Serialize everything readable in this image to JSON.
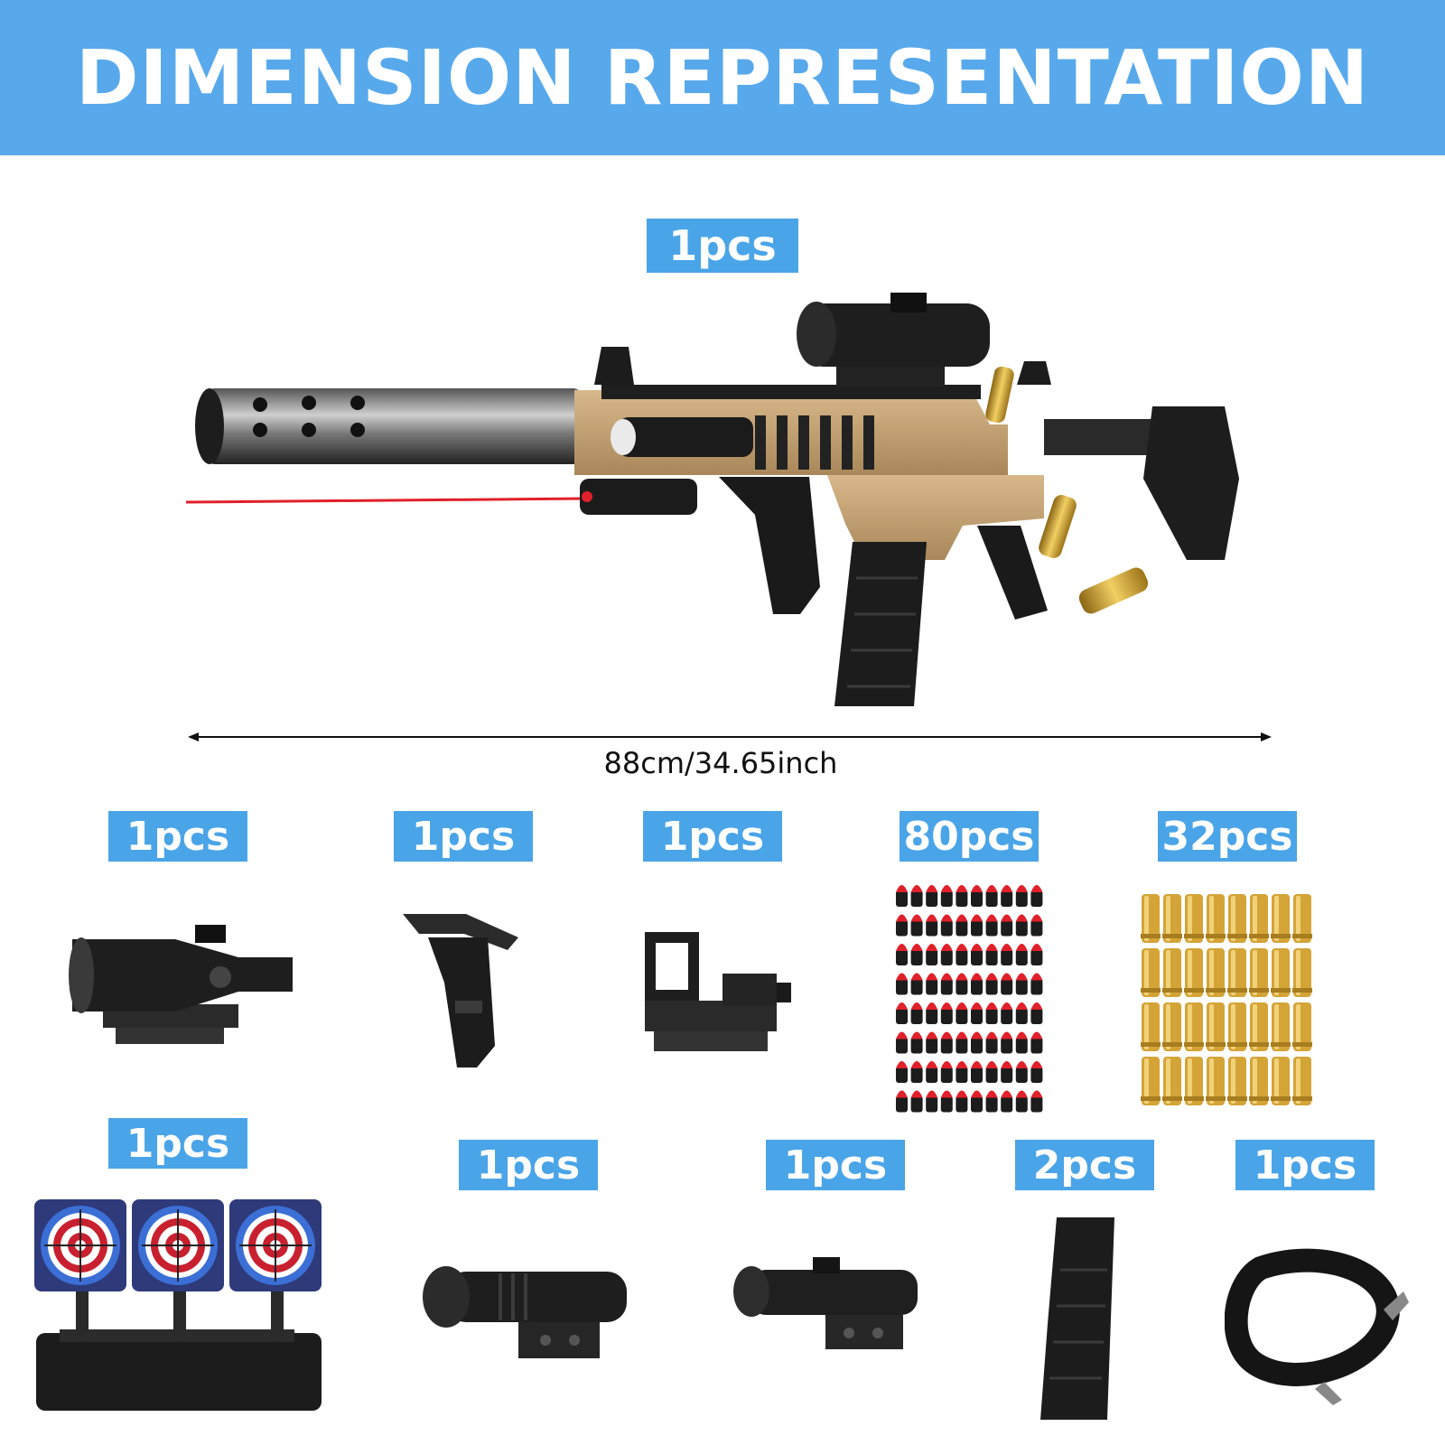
{
  "header": {
    "title": "DIMENSION REPRESENTATION"
  },
  "main_item": {
    "quantity": "1pcs",
    "dimension": "88cm/34.65inch"
  },
  "accessories": [
    {
      "quantity": "1pcs",
      "icon": "scope-icon"
    },
    {
      "quantity": "1pcs",
      "icon": "foregrip-icon"
    },
    {
      "quantity": "1pcs",
      "icon": "red-dot-sight-icon"
    },
    {
      "quantity": "80pcs",
      "icon": "foam-darts-icon"
    },
    {
      "quantity": "32pcs",
      "icon": "shell-casings-icon"
    },
    {
      "quantity": "1pcs",
      "icon": "target-icon"
    },
    {
      "quantity": "1pcs",
      "icon": "flashlight-icon"
    },
    {
      "quantity": "1pcs",
      "icon": "laser-icon"
    },
    {
      "quantity": "2pcs",
      "icon": "magazine-icon"
    },
    {
      "quantity": "1pcs",
      "icon": "strap-icon"
    }
  ],
  "colors": {
    "banner": "#58a9ec",
    "badge": "#4aa4e8",
    "gun_tan": "#c4a174",
    "dart_tip": "#e0202a",
    "brass": "#d4a437"
  }
}
